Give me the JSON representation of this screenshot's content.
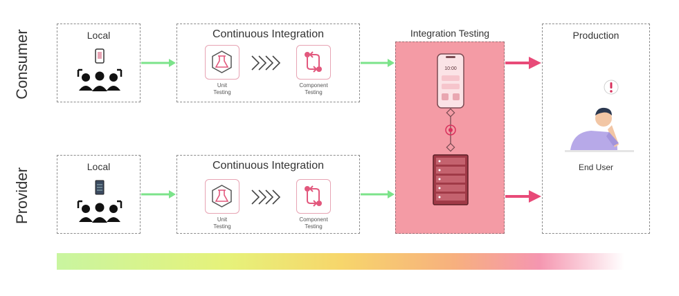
{
  "rows": {
    "consumer": "Consumer",
    "provider": "Provider"
  },
  "stages": {
    "local": "Local",
    "ci": "Continuous Integration",
    "integration_testing": "Integration Testing",
    "production": "Production"
  },
  "ci_items": {
    "unit": [
      "Unit",
      "Testing"
    ],
    "component": [
      "Component",
      "Testing"
    ]
  },
  "phone_time": "10:00",
  "end_user": "End User",
  "colors": {
    "arrow_green": "#7be38a",
    "arrow_pink": "#e84a78",
    "accent": "#e2587d",
    "highlight": "#f49ba5"
  }
}
